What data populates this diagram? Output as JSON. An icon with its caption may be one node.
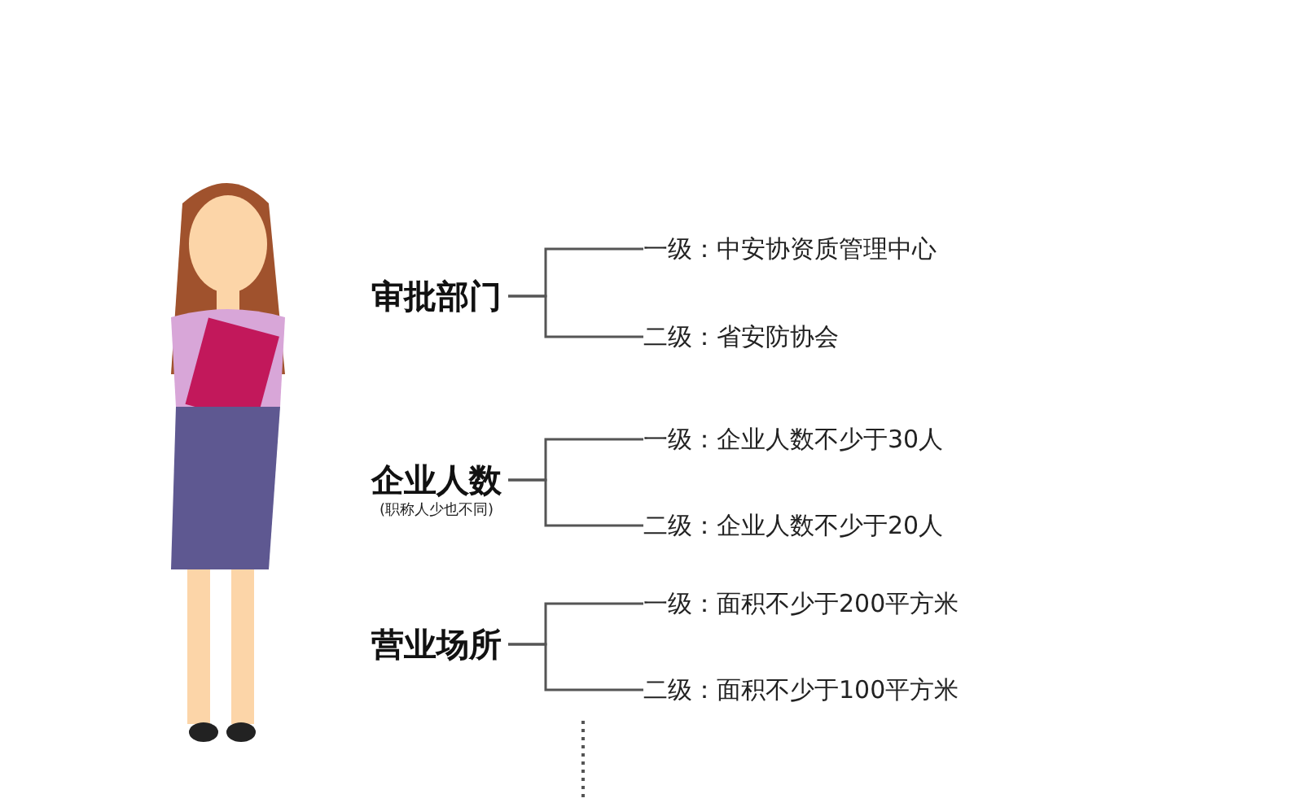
{
  "diagram": {
    "nodes": [
      {
        "text": [
          "审批部门"
        ]
      },
      {
        "text": [
          "一级：中安协资质管理中心"
        ]
      },
      {
        "text": [
          "二级：省安防协会"
        ]
      },
      {
        "text": [
          "企业人数"
        ],
        "beside": [
          "(职称人少也不同)"
        ]
      },
      {
        "text": [
          "一级：企业人数不少于30人"
        ]
      },
      {
        "text": [
          "二级：企业人数不少于20人"
        ]
      },
      {
        "text": [
          "营业场所"
        ]
      },
      {
        "text": [
          "一级：面积不少于200平方米"
        ]
      },
      {
        "text": [
          "二级：面积不少于100平方米"
        ]
      }
    ],
    "edges": [
      {
        "from": 0,
        "to": 1,
        "arrow": "none"
      },
      {
        "from": 0,
        "to": 2,
        "arrow": "none"
      },
      {
        "from": 3,
        "to": 4,
        "arrow": "none"
      },
      {
        "from": 3,
        "to": 5,
        "arrow": "none"
      },
      {
        "from": 6,
        "to": 7,
        "arrow": "none"
      },
      {
        "from": 6,
        "to": 8,
        "arrow": "none"
      }
    ]
  }
}
